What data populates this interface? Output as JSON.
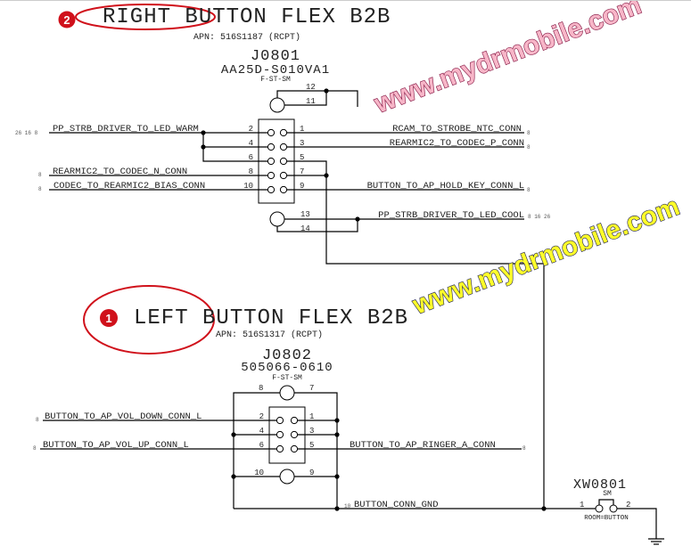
{
  "right_flex": {
    "marker": "2",
    "title": "RIGHT BUTTON FLEX B2B",
    "apn": "APN: 516S1187 (RCPT)",
    "refdes": "J0801",
    "part_number": "AA25D-S010VA1",
    "footprint": "F-ST-SM",
    "pins": {
      "p1": "1",
      "p2": "2",
      "p3": "3",
      "p4": "4",
      "p5": "5",
      "p6": "6",
      "p7": "7",
      "p8": "8",
      "p9": "9",
      "p10": "10",
      "p11": "11",
      "p12": "12",
      "p13": "13",
      "p14": "14"
    },
    "nets": {
      "pp_strb_warm": "PP_STRB_DRIVER_TO_LED_WARM",
      "pp_strb_warm_pages": "26 16 8",
      "rearmic_n": "REARMIC2_TO_CODEC_N_CONN",
      "bias": "CODEC_TO_REARMIC2_BIAS_CONN",
      "rcam_ntc": "RCAM_TO_STROBE_NTC_CONN",
      "rearmic_p": "REARMIC2_TO_CODEC_P_CONN",
      "hold_key": "BUTTON_TO_AP_HOLD_KEY_CONN_L",
      "pp_strb_cool": "PP_STRB_DRIVER_TO_LED_COOL",
      "pp_strb_cool_pages": "8 16 26",
      "page8": "8"
    }
  },
  "left_flex": {
    "marker": "1",
    "title": "LEFT BUTTON FLEX B2B",
    "apn": "APN: 516S1317 (RCPT)",
    "refdes": "J0802",
    "part_number": "505066-0610",
    "footprint": "F-ST-SM",
    "pins": {
      "p1": "1",
      "p2": "2",
      "p3": "3",
      "p4": "4",
      "p5": "5",
      "p6": "6",
      "p7": "7",
      "p8": "8",
      "p9": "9",
      "p10": "10"
    },
    "nets": {
      "vol_down": "BUTTON_TO_AP_VOL_DOWN_CONN_L",
      "vol_up": "BUTTON_TO_AP_VOL_UP_CONN_L",
      "ringer": "BUTTON_TO_AP_RINGER_A_CONN",
      "gnd": "BUTTON_CONN_GND",
      "gnd_page": "10",
      "page8": "8"
    }
  },
  "xw0801": {
    "refdes": "XW0801",
    "footprint": "SM",
    "pin1": "1",
    "pin2": "2",
    "label": "ROOM=BUTTON"
  },
  "watermarks": [
    "www.mydrmobile.com",
    "www.mydrmobile.com"
  ],
  "colors": {
    "annotation_red": "#d0111b",
    "wm_pink": "#f7b6c8",
    "wm_yellow": "#ffff2a"
  }
}
